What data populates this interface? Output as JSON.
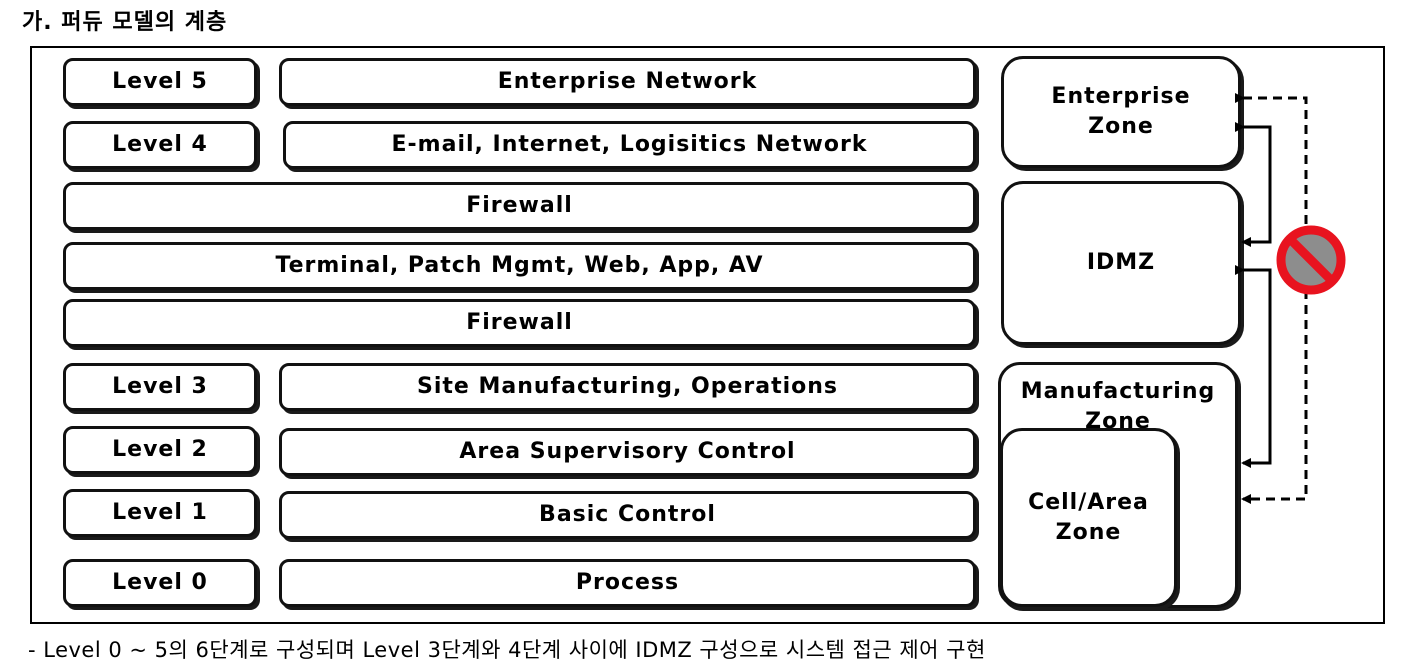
{
  "heading": "가. 퍼듀 모델의 계층",
  "levels": {
    "l5": {
      "label": "Level 5",
      "desc": "Enterprise Network"
    },
    "l4": {
      "label": "Level 4",
      "desc": "E-mail, Internet, Logisitics Network"
    },
    "firewall_top": "Firewall",
    "dmz_services": "Terminal, Patch Mgmt, Web, App, AV",
    "firewall_bottom": "Firewall",
    "l3": {
      "label": "Level 3",
      "desc": "Site Manufacturing, Operations"
    },
    "l2": {
      "label": "Level 2",
      "desc": "Area Supervisory Control"
    },
    "l1": {
      "label": "Level 1",
      "desc": "Basic Control"
    },
    "l0": {
      "label": "Level 0",
      "desc": "Process"
    }
  },
  "zones": {
    "enterprise": "Enterprise Zone",
    "idmz": "IDMZ",
    "manufacturing": "Manufacturing Zone",
    "cell_area": "Cell/Area Zone"
  },
  "icons": {
    "prohibited": "no-entry-icon"
  },
  "colors": {
    "prohibited": "#e8131f"
  },
  "caption": "- Level 0 ~ 5의 6단계로 구성되며 Level 3단계와 4단계 사이에 IDMZ 구성으로 시스템 접근 제어 구현"
}
